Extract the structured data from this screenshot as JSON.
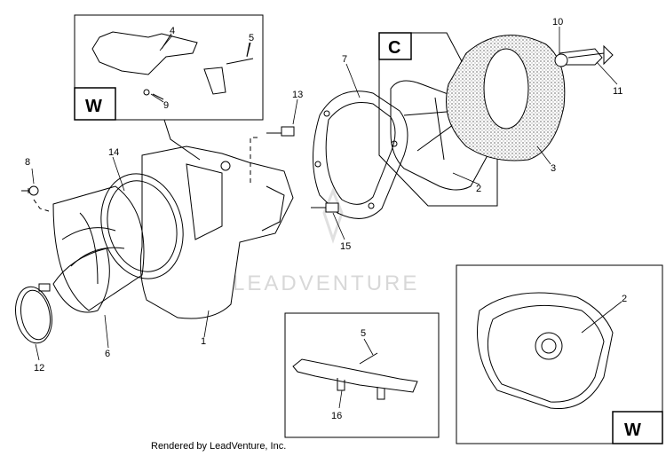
{
  "callouts": [
    "1",
    "2",
    "2",
    "3",
    "4",
    "5",
    "5",
    "6",
    "7",
    "8",
    "9",
    "10",
    "11",
    "12",
    "13",
    "14",
    "15",
    "16"
  ],
  "box_labels": {
    "w_top": "W",
    "c": "C",
    "w_bottom": "W"
  },
  "watermark": "LEADVENTURE",
  "footer": "Rendered by LeadVenture, Inc.",
  "colors": {
    "line": "#000000",
    "housing_texture": "#9a9a9a",
    "watermark": "#d8d8d8"
  }
}
